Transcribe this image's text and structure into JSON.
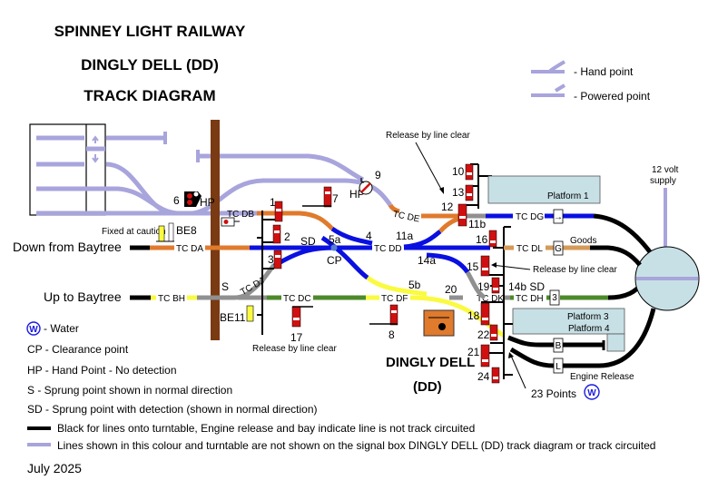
{
  "header": {
    "title_line1": "SPINNEY LIGHT RAILWAY",
    "title_line2": "DINGLY DELL (DD)",
    "title_line3": "TRACK DIAGRAM"
  },
  "key": {
    "hand_point": "-  Hand point",
    "powered_point": "-  Powered point"
  },
  "colors": {
    "lavender": "#a8a4dc",
    "orange": "#e07a2c",
    "blue": "#0a10e0",
    "green": "#4d8a2a",
    "yellow": "#fafa40",
    "grey": "#909090",
    "black": "#000000",
    "signal_red": "#d01010",
    "platform_fill": "#c7e0e5",
    "post_brown": "#7a3a12",
    "box_orange": "#e07a2c"
  },
  "lines": {
    "down": "Down from Baytree",
    "up": "Up to Baytree"
  },
  "track_circuits": {
    "da": "TC DA",
    "db": "TC DB",
    "dc": "TC DC",
    "dd": "TC DD",
    "de": "TC DE",
    "df": "TC DF",
    "dg": "TC DG",
    "dh": "TC DH",
    "dj": "TC DJ",
    "dk": "TC DK",
    "dl": "TC DL",
    "bh": "TC BH"
  },
  "signals": {
    "s1": "1",
    "s2": "2",
    "s3": "3",
    "s6": "6",
    "s7": "7",
    "s8": "8",
    "s9": "9",
    "s10": "10",
    "s11b": "11b",
    "s12": "12",
    "s13": "13",
    "s15": "15",
    "s16": "16",
    "s17": "17",
    "s18": "18",
    "s19": "19",
    "s21": "21",
    "s22": "22",
    "s24": "24"
  },
  "points": {
    "p4": "4",
    "p5a": "5a",
    "p5b": "5b",
    "p11a": "11a",
    "p14a": "14a",
    "p14b": "14b SD",
    "p20": "20",
    "p23": "23 Points",
    "sd": "SD",
    "s": "S",
    "cp": "CP",
    "hp1": "HP",
    "hp2": "HP"
  },
  "annotations": {
    "release_top": "Release by line clear",
    "release_15": "Release by line clear",
    "release_17": "Release by line clear",
    "fixed_caution": "Fixed at caution",
    "be8": "BE8",
    "be11": "BE11",
    "goods": "Goods",
    "platform1": "Platform 1",
    "platform3": "Platform 3",
    "platform4": "Platform 4",
    "supply": "12 volt",
    "supply2": "supply",
    "engine_release": "Engine Release",
    "station_name": "DINGLY DELL",
    "station_code": "(DD)",
    "ind_dg": "→",
    "ind_dl": "G",
    "ind_dh": "3",
    "ind_b": "B",
    "ind_l": "L"
  },
  "legend": {
    "water_glyph": "W",
    "water": "- Water",
    "cp": "CP - Clearance point",
    "hp": "HP - Hand Point - No detection",
    "s": "S  -  Sprung point shown in normal direction",
    "sd": "SD - Sprung point with detection (shown in normal direction)",
    "black": "Black for lines onto turntable, Engine release and bay indicate line is not track circuited",
    "lavender": "Lines shown in this colour and turntable are not shown on the signal box DINGLY DELL (DD) track diagram or track circuited"
  },
  "footer": {
    "date": "July 2025"
  }
}
